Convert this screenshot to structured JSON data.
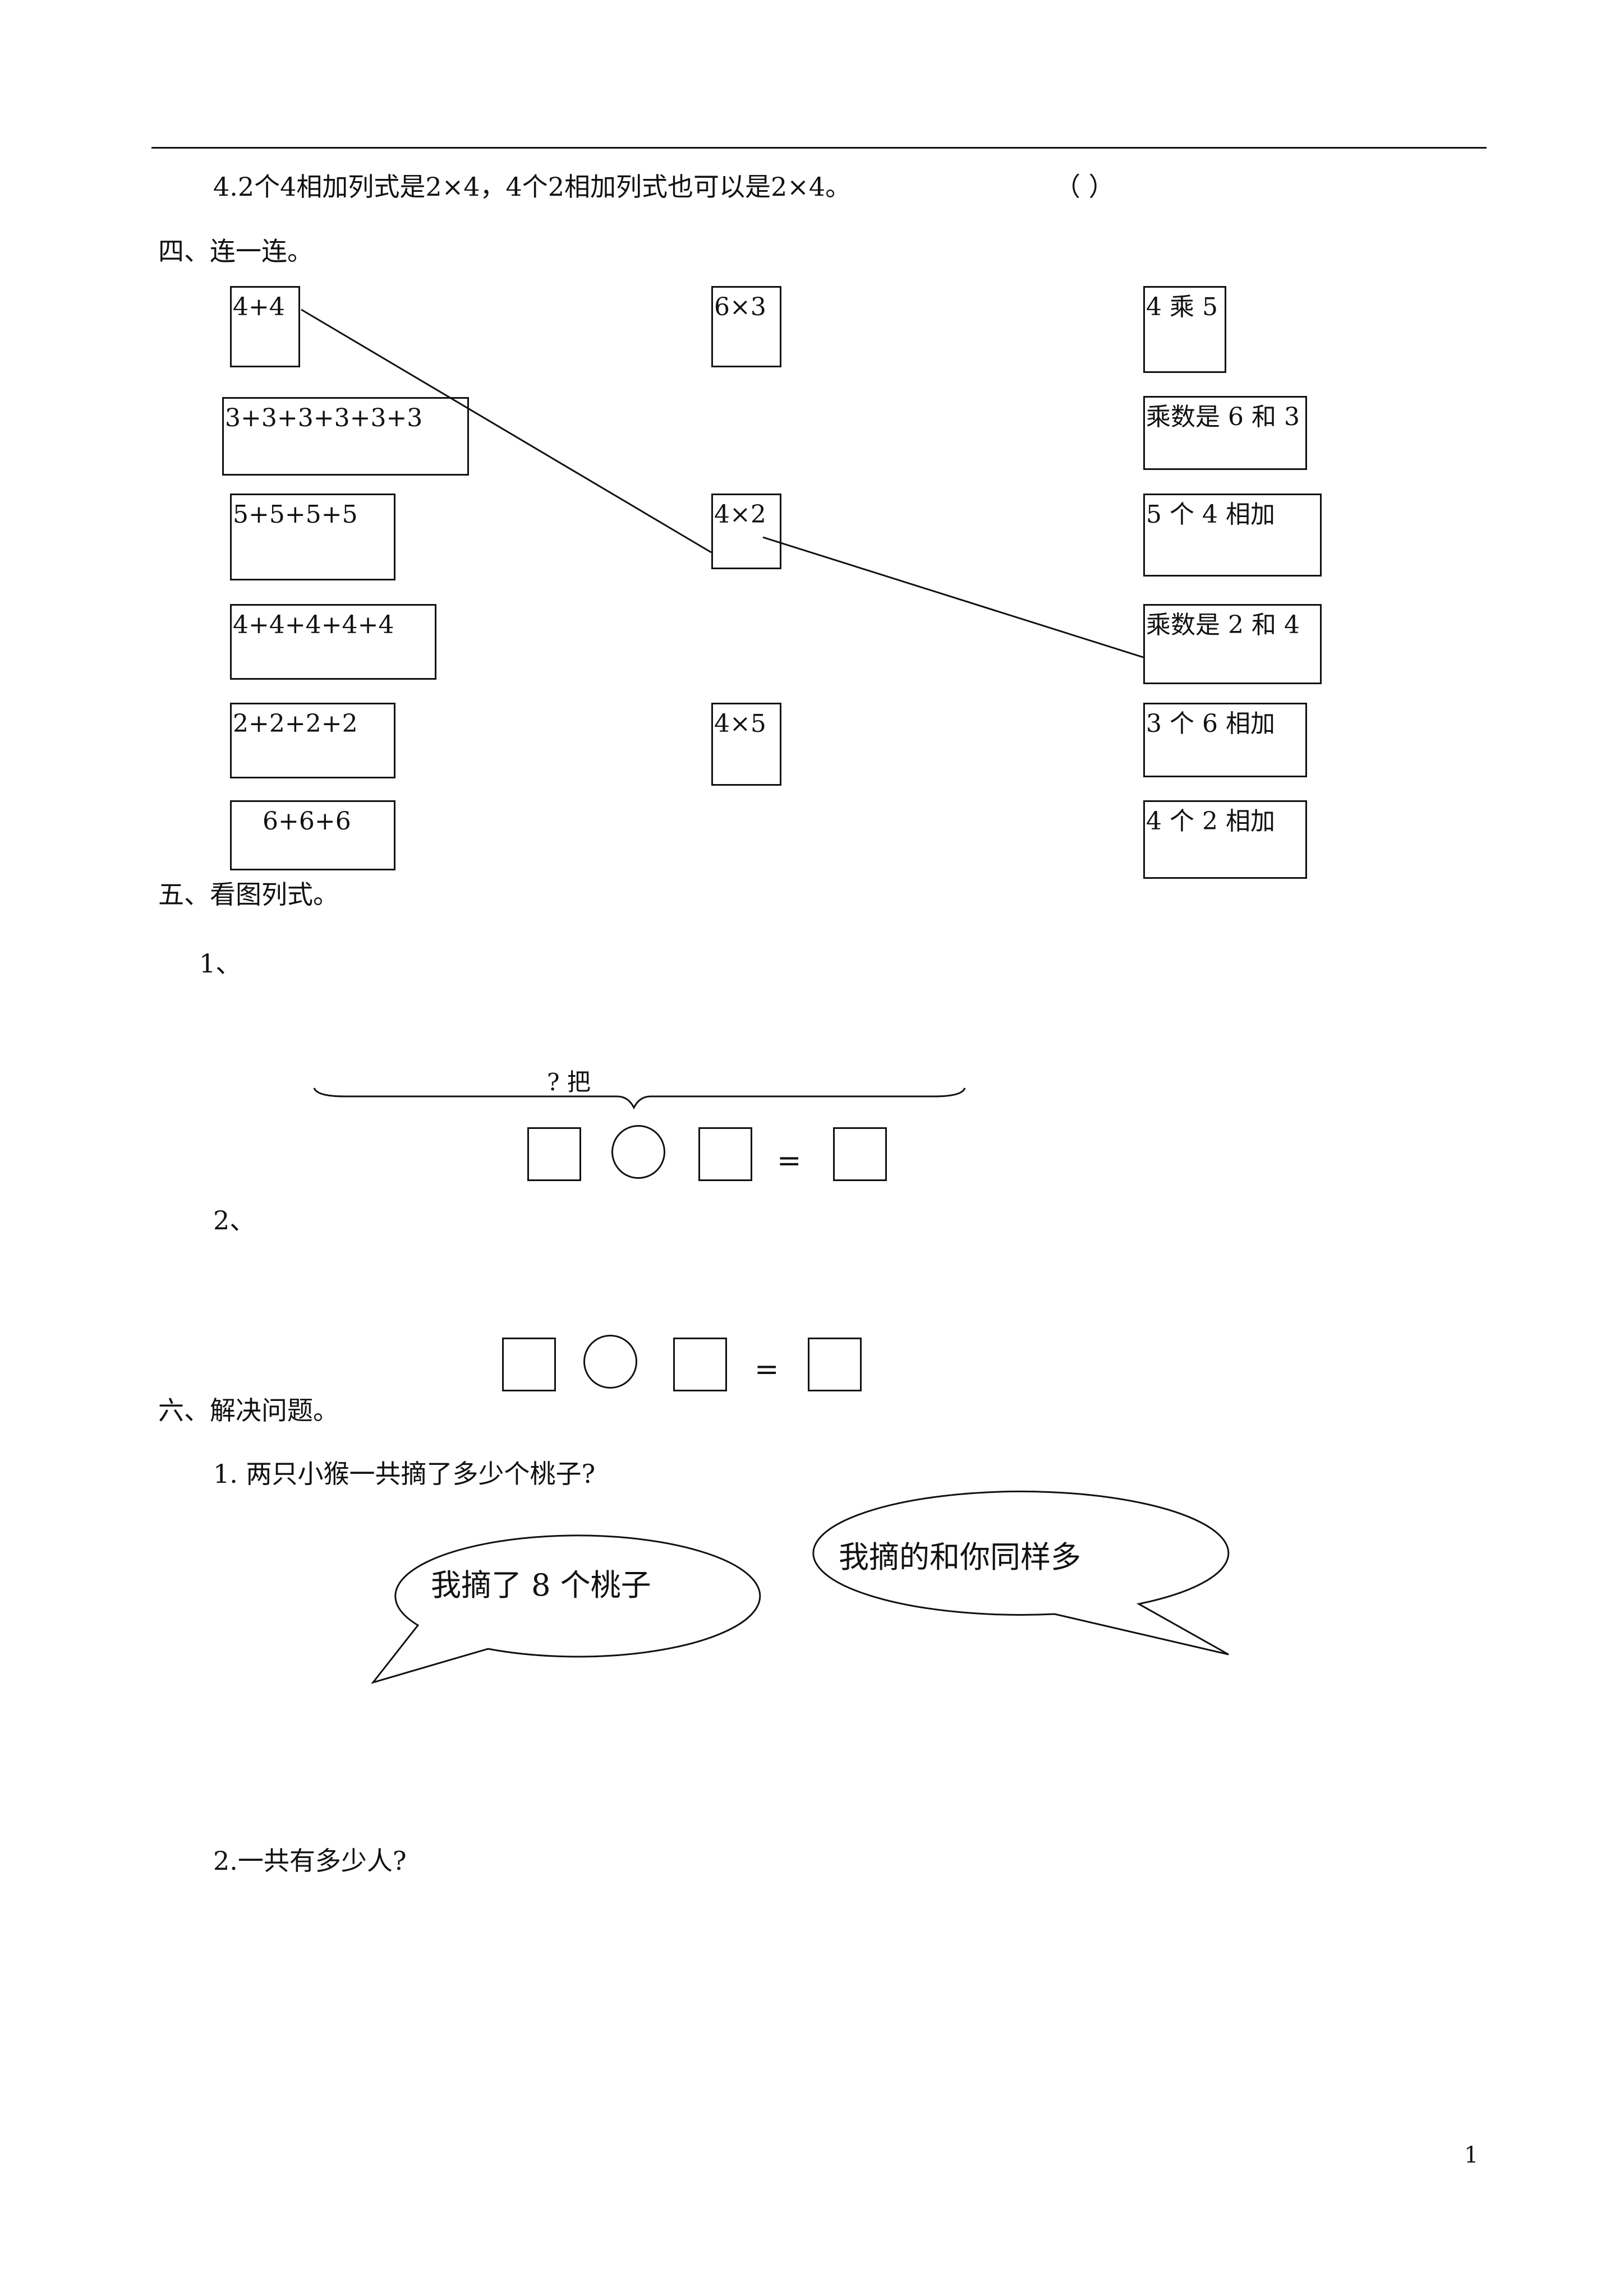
{
  "q4_statement": "4.2个4相加列式是2×4，4个2相加列式也可以是2×4。",
  "q4_paren": "（    ）",
  "section4": {
    "title": "四、连一连。",
    "left": [
      "4+4",
      "3+3+3+3+3+3",
      "5+5+5+5",
      "4+4+4+4+4",
      "2+2+2+2",
      "6+6+6"
    ],
    "middle": [
      "6×3",
      "4×2",
      "4×5"
    ],
    "right": [
      "4 乘 5",
      "乘数是 6 和 3",
      "5 个 4 相加",
      "乘数是 2 和 4",
      "3 个 6 相加",
      "4 个 2 相加"
    ]
  },
  "section5": {
    "title": "五、看图列式。",
    "item1_label": "1、",
    "item1_question": "? 把",
    "item2_label": "2、",
    "equals": "="
  },
  "section6": {
    "title": "六、解决问题。",
    "q1": "1. 两只小猴一共摘了多少个桃子?",
    "bubble_left": "我摘了 8 个桃子",
    "bubble_right": "我摘的和你同样多",
    "q2": "2.一共有多少人?"
  },
  "page_number": "1"
}
